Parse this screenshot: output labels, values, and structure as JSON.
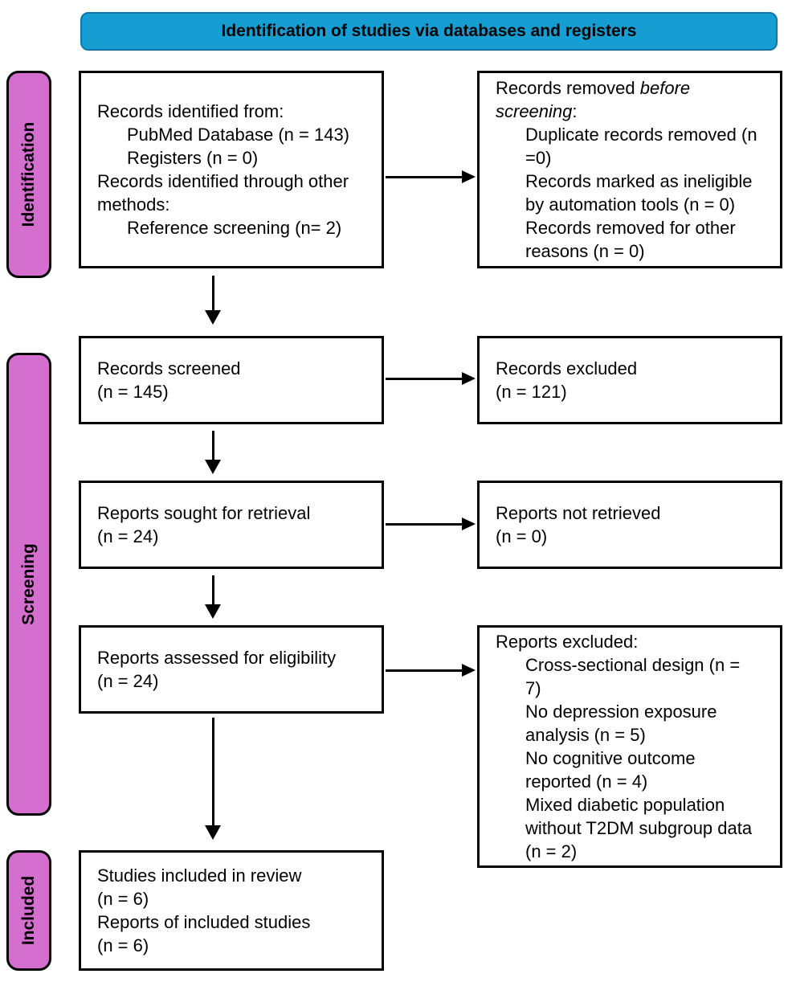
{
  "header": {
    "label": "Identification of studies via databases and registers"
  },
  "colors": {
    "header_bg": "#169ed3",
    "header_border": "#0e76ad",
    "stage_bg": "#d56fcf",
    "box_border": "#000000",
    "text": "#000000"
  },
  "stages": [
    {
      "id": "identification",
      "label": "Identification"
    },
    {
      "id": "screening",
      "label": "Screening"
    },
    {
      "id": "included",
      "label": "Included"
    }
  ],
  "boxes": [
    {
      "id": "records-identified",
      "items": [
        {
          "indent": 0,
          "text": "Records identified from:"
        },
        {
          "indent": 1,
          "text": "PubMed Database (n = 143)"
        },
        {
          "indent": 1,
          "text": "Registers (n = 0)"
        },
        {
          "indent": 0,
          "text": "Records identified through other\nmethods:"
        },
        {
          "indent": 1,
          "text": "Reference screening (n= 2)"
        }
      ]
    },
    {
      "id": "records-removed-before-screening",
      "items": [
        {
          "indent": 0,
          "segments": [
            {
              "text": "Records removed "
            },
            {
              "text": "before\nscreening",
              "italic": true
            },
            {
              "text": ":"
            }
          ]
        },
        {
          "indent": 1,
          "text": "Duplicate records removed (n\n=0)"
        },
        {
          "indent": 1,
          "text": "Records marked as ineligible\nby automation tools (n = 0)"
        },
        {
          "indent": 1,
          "text": "Records removed for other\nreasons (n = 0)"
        }
      ]
    },
    {
      "id": "records-screened",
      "items": [
        {
          "indent": 0,
          "text": "Records screened\n(n = 145)"
        }
      ]
    },
    {
      "id": "records-excluded",
      "items": [
        {
          "indent": 0,
          "text": "Records excluded\n(n = 121)"
        }
      ]
    },
    {
      "id": "reports-sought-for-retrieval",
      "items": [
        {
          "indent": 0,
          "text": "Reports sought for retrieval\n(n = 24)"
        }
      ]
    },
    {
      "id": "reports-not-retrieved",
      "items": [
        {
          "indent": 0,
          "text": "Reports not retrieved\n(n = 0)"
        }
      ]
    },
    {
      "id": "reports-assessed-for-eligibility",
      "items": [
        {
          "indent": 0,
          "text": "Reports assessed for eligibility\n(n = 24)"
        }
      ]
    },
    {
      "id": "reports-excluded",
      "items": [
        {
          "indent": 0,
          "text": "Reports excluded:"
        },
        {
          "indent": 1,
          "text": "Cross-sectional design (n =\n7)"
        },
        {
          "indent": 1,
          "text": "No depression exposure\nanalysis (n = 5)"
        },
        {
          "indent": 1,
          "text": "No cognitive outcome\nreported (n = 4)"
        },
        {
          "indent": 1,
          "text": "Mixed diabetic population\nwithout T2DM subgroup data\n(n = 2)"
        }
      ]
    },
    {
      "id": "studies-included-in-review",
      "items": [
        {
          "indent": 0,
          "text": "Studies included in review\n(n = 6)"
        },
        {
          "indent": 0,
          "text": "Reports of included studies\n(n = 6)"
        }
      ]
    }
  ]
}
